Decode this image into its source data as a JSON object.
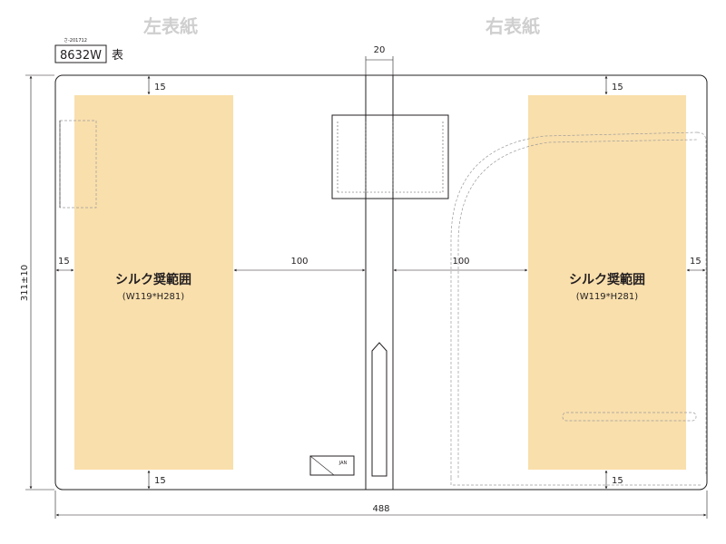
{
  "headings": {
    "left_cover": "左表紙",
    "right_cover": "右表紙"
  },
  "model": {
    "version_note": "さ-201712",
    "code": "8632W",
    "side_mark": "表"
  },
  "silk_area": {
    "title": "シルク奨範囲",
    "size": "(W119*H281)"
  },
  "dimensions": {
    "spine_width": "20",
    "top_margin": "15",
    "bottom_margin": "15",
    "side_margin_left": "15",
    "side_margin_right": "15",
    "gap_left": "100",
    "gap_right": "100",
    "total_height": "311±10",
    "total_width": "488"
  },
  "jan_label": "JAN",
  "colors": {
    "silk_fill": "#f9dfac",
    "title_gray": "#cfcfcf",
    "ink": "#231f20"
  }
}
